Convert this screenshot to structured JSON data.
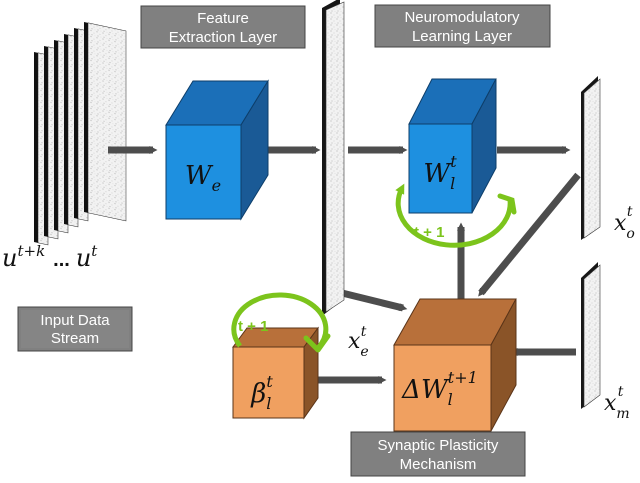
{
  "labels": {
    "feature_line1": "Feature",
    "feature_line2": "Extraction Layer",
    "neuro_line1": "Neuromodulatory",
    "neuro_line2": "Learning Layer",
    "input_line1": "Input Data",
    "input_line2": "Stream",
    "synaptic_line1": "Synaptic Plasticity",
    "synaptic_line2": "Mechanism"
  },
  "math": {
    "stream_u_left": "u",
    "stream_u_left_sup": "t+k",
    "stream_dots": "...",
    "stream_u_right": "u",
    "stream_u_right_sup": "t",
    "we_base": "W",
    "we_sub": "e",
    "wl_base": "W",
    "wl_sub": "l",
    "wl_sup": "t",
    "beta_base": "β",
    "beta_sub": "l",
    "beta_sup": "t",
    "dw_base": "ΔW",
    "dw_sub": "l",
    "dw_sup": "t+1",
    "xe_base": "x",
    "xe_sub": "e",
    "xe_sup": "t",
    "xo_base": "x",
    "xo_sub": "o",
    "xo_sup": "t",
    "xm_base": "x",
    "xm_sub": "m",
    "xm_sup": "t",
    "loop_label_1": "t + 1",
    "loop_label_2": "t + 1"
  },
  "colors": {
    "blue_front": "#1e90e0",
    "blue_top": "#1b6fb8",
    "blue_side": "#1a5a96",
    "orange_front": "#f0a060",
    "orange_top": "#b8703a",
    "orange_side": "#8a5428",
    "label_bg": "#7f7f7f",
    "arrow": "#4d4d4d",
    "loop_green": "#7cc41c"
  }
}
